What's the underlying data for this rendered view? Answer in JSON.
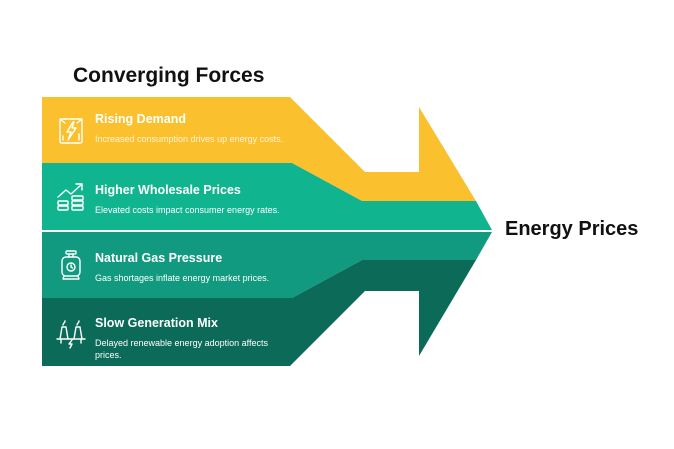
{
  "title": "Converging Forces",
  "outcome": "Energy Prices",
  "forces": [
    {
      "heading": "Rising Demand",
      "description": "Increased consumption drives up energy costs.",
      "icon": "rising-demand-icon",
      "color": "#fbc02d"
    },
    {
      "heading": "Higher Wholesale Prices",
      "description": "Elevated costs impact consumer energy rates.",
      "icon": "wholesale-growth-icon",
      "color": "#10b48f"
    },
    {
      "heading": "Natural Gas Pressure",
      "description": "Gas shortages inflate energy market prices.",
      "icon": "gas-cylinder-icon",
      "color": "#129a80"
    },
    {
      "heading": "Slow Generation Mix",
      "description": "Delayed renewable energy adoption affects prices.",
      "icon": "power-plant-icon",
      "color": "#0b6b58"
    }
  ]
}
